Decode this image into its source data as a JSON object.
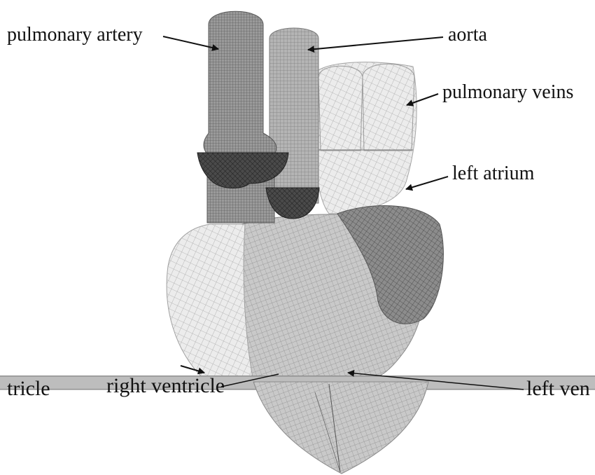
{
  "labels": {
    "pulmonary_artery": "pulmonary artery",
    "aorta": "aorta",
    "pulmonary_veins": "pulmonary veins",
    "left_atrium": "left atrium",
    "tricle_fragment": "tricle",
    "right_ventricle": "right ventricle",
    "left_ven_fragment": "left ven"
  },
  "colors": {
    "background": "#ffffff",
    "wire_light": "#b8b8b8",
    "wire_mid": "#8a8a8a",
    "wire_dark": "#3c3c3c",
    "slice_plane": "#bdbdbd",
    "text": "#111111"
  }
}
